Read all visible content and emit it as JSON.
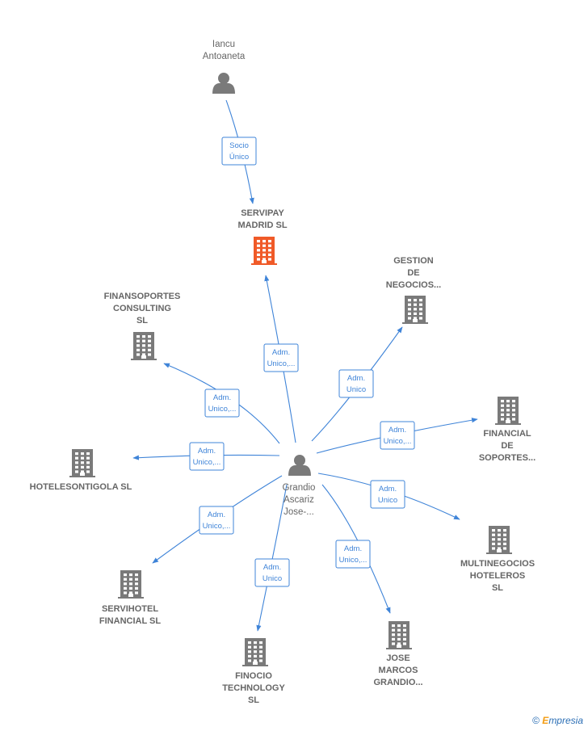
{
  "nodes": {
    "iancu": {
      "type": "person",
      "lines": [
        "Iancu",
        "Antoaneta"
      ]
    },
    "servipay": {
      "type": "company",
      "main": true,
      "lines": [
        "SERVIPAY",
        "MADRID  SL"
      ]
    },
    "grandio": {
      "type": "person",
      "lines": [
        "Grandio",
        "Ascariz",
        "Jose-..."
      ]
    },
    "gestion": {
      "type": "company",
      "lines": [
        "GESTION",
        "DE",
        "NEGOCIOS..."
      ]
    },
    "finansoportes": {
      "type": "company",
      "lines": [
        "FINANSOPORTES",
        "CONSULTING",
        "SL"
      ]
    },
    "financial_soportes": {
      "type": "company",
      "lines": [
        "FINANCIAL",
        "DE",
        "SOPORTES..."
      ]
    },
    "hotelesontigola": {
      "type": "company",
      "lines": [
        "HOTELESONTIGOLA SL"
      ]
    },
    "multinegocios": {
      "type": "company",
      "lines": [
        "MULTINEGOCIOS",
        "HOTELEROS",
        "SL"
      ]
    },
    "servihotel": {
      "type": "company",
      "lines": [
        "SERVIHOTEL",
        "FINANCIAL  SL"
      ]
    },
    "finocio": {
      "type": "company",
      "lines": [
        "FINOCIO",
        "TECHNOLOGY",
        "SL"
      ]
    },
    "jose_marcos": {
      "type": "company",
      "lines": [
        "JOSE",
        "MARCOS",
        "GRANDIO..."
      ]
    }
  },
  "edges": [
    {
      "from": "iancu",
      "to": "servipay",
      "label": [
        "Socio",
        "Único"
      ]
    },
    {
      "from": "grandio",
      "to": "servipay",
      "label": [
        "Adm.",
        "Unico,..."
      ]
    },
    {
      "from": "grandio",
      "to": "gestion",
      "label": [
        "Adm.",
        "Unico"
      ]
    },
    {
      "from": "grandio",
      "to": "finansoportes",
      "label": [
        "Adm.",
        "Unico,..."
      ]
    },
    {
      "from": "grandio",
      "to": "financial_soportes",
      "label": [
        "Adm.",
        "Unico,..."
      ]
    },
    {
      "from": "grandio",
      "to": "hotelesontigola",
      "label": [
        "Adm.",
        "Unico,..."
      ]
    },
    {
      "from": "grandio",
      "to": "multinegocios",
      "label": [
        "Adm.",
        "Unico"
      ]
    },
    {
      "from": "grandio",
      "to": "servihotel",
      "label": [
        "Adm.",
        "Unico,..."
      ]
    },
    {
      "from": "grandio",
      "to": "finocio",
      "label": [
        "Adm.",
        "Unico"
      ]
    },
    {
      "from": "grandio",
      "to": "jose_marcos",
      "label": [
        "Adm.",
        "Unico,..."
      ]
    }
  ],
  "colors": {
    "edge": "#3f84d8",
    "icon": "#7a7a7a",
    "main_icon": "#f05a28",
    "label": "#666666"
  },
  "watermark": {
    "copyright": "©",
    "brand_initial": "E",
    "brand_rest": "mpresia"
  }
}
